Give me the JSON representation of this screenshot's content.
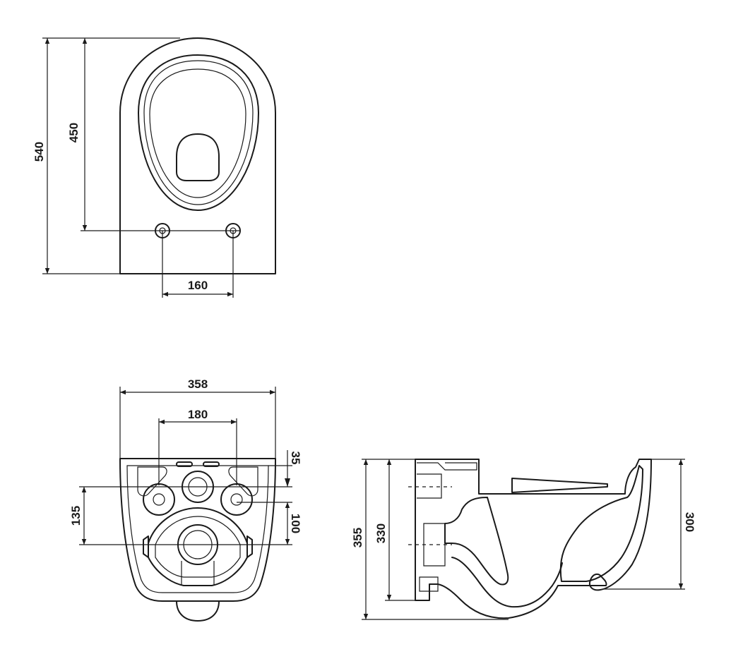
{
  "dimensions": {
    "top_view": {
      "total_depth": "540",
      "mount_depth": "450",
      "mount_spacing": "160"
    },
    "rear_view": {
      "width": "358",
      "inlet_spacing": "180",
      "top_offset": "35",
      "inlet_height": "135",
      "outlet_offset": "100"
    },
    "side_view": {
      "total_height": "355",
      "rear_height": "330",
      "front_height": "300"
    }
  }
}
